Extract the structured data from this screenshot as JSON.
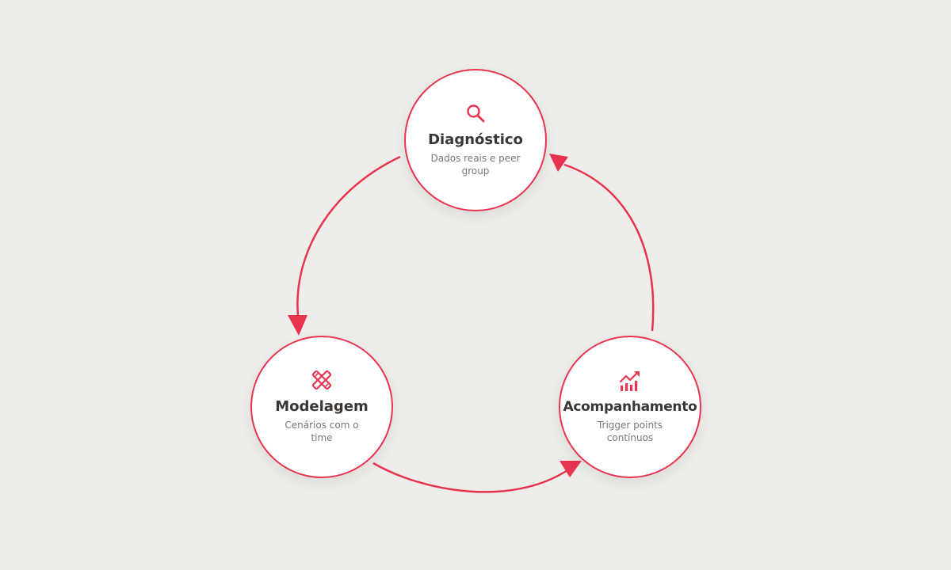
{
  "accent_color": "#e8344e",
  "nodes": [
    {
      "id": "diagnostico",
      "icon": "search-icon",
      "title": "Diagnóstico",
      "subtitle": "Dados reais e peer group"
    },
    {
      "id": "modelagem",
      "icon": "tools-icon",
      "title": "Modelagem",
      "subtitle": "Cenários com o time"
    },
    {
      "id": "acompanhamento",
      "icon": "chart-icon",
      "title": "Acompanhamento",
      "subtitle": "Trigger points contínuos"
    }
  ],
  "edges": [
    {
      "from": "diagnostico",
      "to": "modelagem"
    },
    {
      "from": "modelagem",
      "to": "acompanhamento"
    },
    {
      "from": "acompanhamento",
      "to": "diagnostico"
    }
  ]
}
